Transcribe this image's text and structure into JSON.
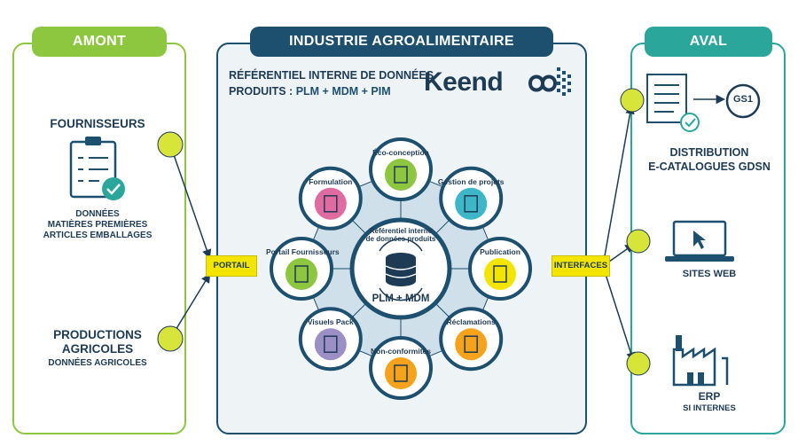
{
  "headers": {
    "amont": "AMONT",
    "center": "INDUSTRIE AGROALIMENTAIRE",
    "aval": "AVAL"
  },
  "amont": {
    "fournisseurs_title": "FOURNISSEURS",
    "fournisseurs_lines": [
      "DONNÉES",
      "MATIÈRES PREMIÈRES",
      "ARTICLES EMBALLAGES"
    ],
    "productions_title": [
      "PRODUCTIONS",
      "AGRICOLES"
    ],
    "productions_sub": "DONNÉES AGRICOLES"
  },
  "center": {
    "ref_line1": "RÉFÉRENTIEL INTERNE DE DONNÉES",
    "ref_line2_prefix": "PRODUITS : ",
    "ref_line2_plm": "PLM + MDM + PIM",
    "logo": "Keend",
    "hub_title": [
      "Référentiel interne",
      "de données produits"
    ],
    "hub_bottom": "PLM + MDM",
    "modules": [
      {
        "label": "Éco-conception",
        "icon": "leaf-icon",
        "color": "#8dc63f"
      },
      {
        "label": "Gestion de projets",
        "icon": "project-icon",
        "color": "#3db7c8"
      },
      {
        "label": "Publication",
        "icon": "publication-icon",
        "color": "#f3e500"
      },
      {
        "label": "Réclamations",
        "icon": "complaint-icon",
        "color": "#f7a21b"
      },
      {
        "label": "Non-conformités",
        "icon": "nonconformity-icon",
        "color": "#f7a21b"
      },
      {
        "label": "Visuels Pack",
        "icon": "pack-icon",
        "color": "#9b8fc6"
      },
      {
        "label": "Portail Fournisseurs",
        "icon": "supplier-portal-icon",
        "color": "#8dc63f"
      },
      {
        "label": "Formulation",
        "icon": "formulation-icon",
        "color": "#e16aa0"
      }
    ]
  },
  "connectors": {
    "portail": "PORTAIL",
    "interfaces": "INTERFACES"
  },
  "aval": {
    "distribution_lines": [
      "DISTRIBUTION",
      "E-CATALOGUES GDSN"
    ],
    "gs1": "GS1",
    "sites_web": "SITES WEB",
    "erp": "ERP",
    "si_internes": "SI INTERNES"
  }
}
